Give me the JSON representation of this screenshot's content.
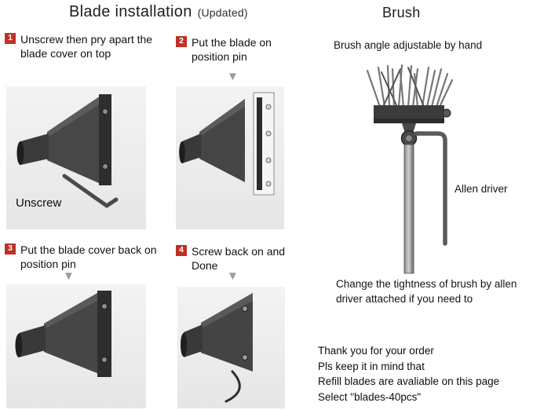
{
  "page": {
    "title": "Blade installation",
    "title_suffix": "(Updated)",
    "brush_title": "Brush"
  },
  "steps": [
    {
      "num": "1",
      "text": "Unscrew then pry apart the blade cover on top",
      "image_label": "Unscrew"
    },
    {
      "num": "2",
      "text": "Put the blade on position pin"
    },
    {
      "num": "3",
      "text": "Put the blade cover back on position pin"
    },
    {
      "num": "4",
      "text": "Screw back on and Done"
    }
  ],
  "brush": {
    "note_top": "Brush angle adjustable by hand",
    "allen_label": "Allen driver",
    "note_bottom": "Change the tightness of brush by allen driver attached if you need to"
  },
  "footer": {
    "lines": [
      "Thank you for your order",
      "Pls keep it in mind that",
      "Refill blades are avaliable on this page",
      "Select \"blades-40pcs\""
    ]
  },
  "colors": {
    "step_badge": "#bf3126",
    "panel_bg": "#ededed",
    "body_dark": "#3f3f3f",
    "text": "#111111",
    "arrow_gray": "#9a9a9a"
  }
}
